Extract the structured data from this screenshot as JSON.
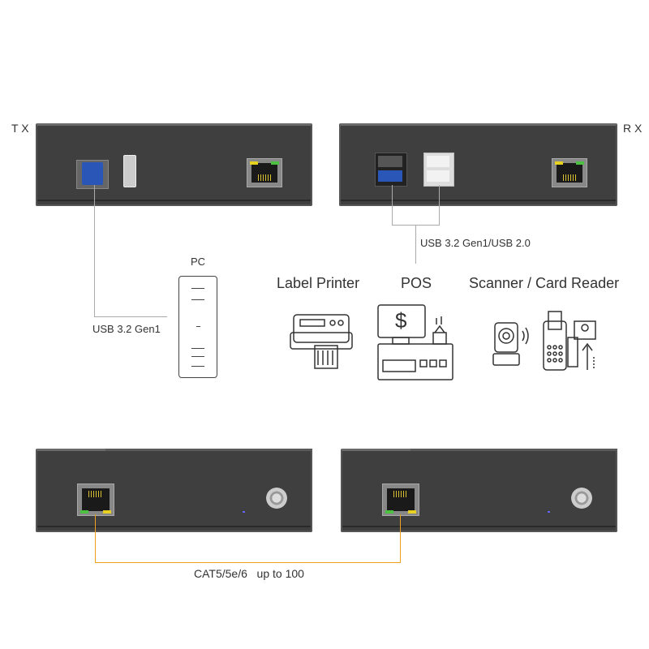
{
  "labels": {
    "tx": "T X",
    "rx": "R X",
    "pc": "PC",
    "tx_usb": "USB 3.2 Gen1",
    "rx_usb": "USB 3.2 Gen1/USB 2.0",
    "cable": "CAT5/5e/6   up to 100"
  },
  "devices": [
    {
      "label": "Label Printer",
      "icon": "label-printer-icon"
    },
    {
      "label": "POS",
      "icon": "pos-terminal-icon"
    },
    {
      "label": "Scanner / Card Reader",
      "icon": "scanner-card-reader-icon"
    }
  ],
  "colors": {
    "panel": "#3f3f3f",
    "usb3": "#2a56b8",
    "cable": "#f0a020",
    "connector_line": "#aaaaaa"
  }
}
